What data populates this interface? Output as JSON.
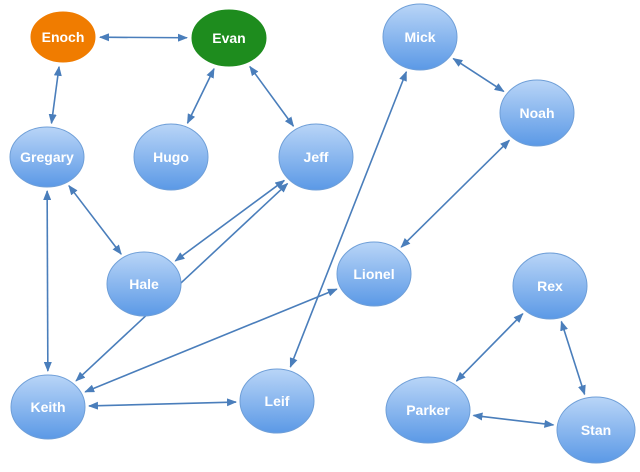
{
  "colors": {
    "node_fill_top": "#b9d5f7",
    "node_fill_bottom": "#5b99e6",
    "node_stroke": "#6f9fd8",
    "edge": "#4a7ebb",
    "orange": "#f07c00",
    "green": "#1e8c1e"
  },
  "nodes": [
    {
      "id": "enoch",
      "label": "Enoch",
      "style": "orange"
    },
    {
      "id": "evan",
      "label": "Evan",
      "style": "green"
    },
    {
      "id": "mick",
      "label": "Mick",
      "style": "blue"
    },
    {
      "id": "noah",
      "label": "Noah",
      "style": "blue"
    },
    {
      "id": "gregary",
      "label": "Gregary",
      "style": "blue"
    },
    {
      "id": "hugo",
      "label": "Hugo",
      "style": "blue"
    },
    {
      "id": "jeff",
      "label": "Jeff",
      "style": "blue"
    },
    {
      "id": "hale",
      "label": "Hale",
      "style": "blue"
    },
    {
      "id": "lionel",
      "label": "Lionel",
      "style": "blue"
    },
    {
      "id": "rex",
      "label": "Rex",
      "style": "blue"
    },
    {
      "id": "keith",
      "label": "Keith",
      "style": "blue"
    },
    {
      "id": "leif",
      "label": "Leif",
      "style": "blue"
    },
    {
      "id": "parker",
      "label": "Parker",
      "style": "blue"
    },
    {
      "id": "stan",
      "label": "Stan",
      "style": "blue"
    }
  ],
  "edges": [
    {
      "from": "enoch",
      "to": "evan"
    },
    {
      "from": "enoch",
      "to": "gregary"
    },
    {
      "from": "evan",
      "to": "hugo"
    },
    {
      "from": "evan",
      "to": "jeff"
    },
    {
      "from": "mick",
      "to": "noah"
    },
    {
      "from": "noah",
      "to": "lionel"
    },
    {
      "from": "gregary",
      "to": "hale"
    },
    {
      "from": "gregary",
      "to": "keith"
    },
    {
      "from": "jeff",
      "to": "hale"
    },
    {
      "from": "jeff",
      "to": "keith"
    },
    {
      "from": "mick",
      "to": "leif"
    },
    {
      "from": "lionel",
      "to": "keith"
    },
    {
      "from": "keith",
      "to": "leif"
    },
    {
      "from": "rex",
      "to": "parker"
    },
    {
      "from": "rex",
      "to": "stan"
    },
    {
      "from": "parker",
      "to": "stan"
    }
  ]
}
